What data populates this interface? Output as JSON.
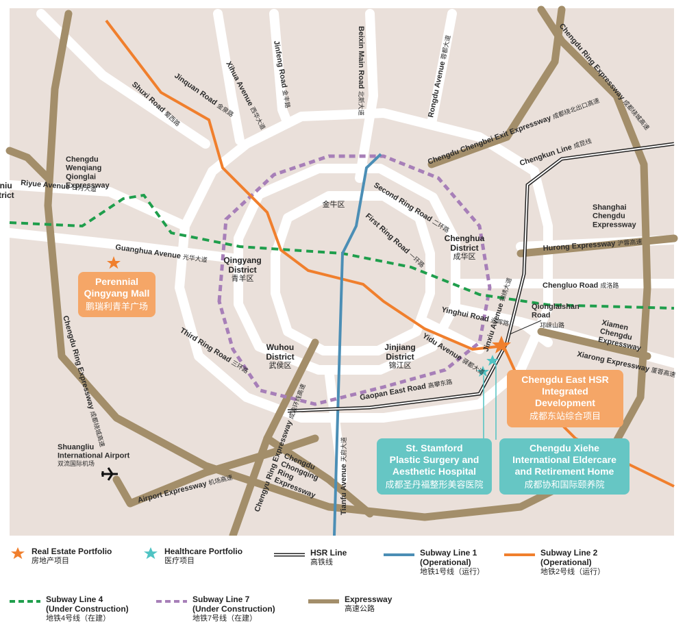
{
  "colors": {
    "background": "#EAE0DA",
    "road": "#FFFFFF",
    "expressway": "#A38E6A",
    "subway1": "#4B8EB5",
    "subway2": "#F07F2D",
    "subway4": "#1F9E4C",
    "subway7": "#A77FB8",
    "hsr": "#222222",
    "realEstate": "#F07F2D",
    "healthcare": "#4FC3C3",
    "cardOrange": "#F5A667",
    "cardTeal": "#66C6C4"
  },
  "districts": [
    {
      "id": "jinniu",
      "en": "Jinniu\nDistrict",
      "cn": "金牛区"
    },
    {
      "id": "chenghua",
      "en": "Chenghua\nDistrict",
      "cn": "成华区"
    },
    {
      "id": "qingyang",
      "en": "Qingyang\nDistrict",
      "cn": "青羊区"
    },
    {
      "id": "wuhou",
      "en": "Wuhou\nDistrict",
      "cn": "武侯区"
    },
    {
      "id": "jinjiang",
      "en": "Jinjiang\nDistrict",
      "cn": "锦江区"
    }
  ],
  "roads": {
    "beixin": {
      "en": "Beixin Main Road",
      "cn": "北新大道"
    },
    "rongdu": {
      "en": "Rongdu Avenue",
      "cn": "蓉都大道"
    },
    "jinfeng": {
      "en": "Jinfeng Road",
      "cn": "金丰路"
    },
    "xihua": {
      "en": "Xihua Avenue",
      "cn": "西华大道"
    },
    "jinquan": {
      "en": "Jinquan Road",
      "cn": "金泉路"
    },
    "shuxi": {
      "en": "Shuxi Road",
      "cn": "蜀西路"
    },
    "chengbei": {
      "en": "Chengdu Chengbei Exit Expressway",
      "cn": "成都绕北出口高速"
    },
    "ring_top": {
      "en": "Chengdu Ring Expressway",
      "cn": "成都绕城高速"
    },
    "ring_left": {
      "en": "Chengdu Ring Expressway",
      "cn": "成都绕城高速"
    },
    "chengkun": {
      "en": "Chengkun Line",
      "cn": "成昆线"
    },
    "second_ring": {
      "en": "Second Ring Road",
      "cn": "二环路"
    },
    "first_ring": {
      "en": "First Ring Road",
      "cn": "一环路"
    },
    "riyue": {
      "en": "Riyue Avenue",
      "cn": "日月大道"
    },
    "guanghua": {
      "en": "Guanghua Avenue",
      "cn": "光华大道"
    },
    "wenqiang": {
      "en": "Chengdu\nWenqiang\nQionglai\nExpressway",
      "cn": ""
    },
    "shanghai": {
      "en": "Shanghai\nChengdu\nExpressway",
      "cn": ""
    },
    "hurong": {
      "en": "Hurong Expressway",
      "cn": "沪蓉高速"
    },
    "chengluo": {
      "en": "Chengluo Road",
      "cn": "成洛路"
    },
    "yinghui": {
      "en": "Yinghui Road",
      "cn": "迎晖路"
    },
    "qionglaishan": {
      "en": "Qionglaishan\nRoad",
      "cn": "邛崃山路"
    },
    "xiamen": {
      "en": "Xiamen\nChengdu\nExpressway",
      "cn": ""
    },
    "xiarong": {
      "en": "Xiarong Expressway",
      "cn": "厦蓉高速"
    },
    "yidu": {
      "en": "Yidu Avenue",
      "cn": "驿都大道"
    },
    "jinxiu": {
      "en": "Jinxiu Avenue",
      "cn": "锦绣大道"
    },
    "third_ring": {
      "en": "Third Ring Road",
      "cn": "三环路"
    },
    "gaopan": {
      "en": "Gaopan East Road",
      "cn": "高攀东路"
    },
    "tianfu": {
      "en": "Tianfu Avenue",
      "cn": "天府大道"
    },
    "chengyu": {
      "en": "Chengyu Ring Expressway",
      "cn": "成渝环线高速"
    },
    "chongqing": {
      "en": "Chengdu\nChongqing\nRing\nExpressway",
      "cn": ""
    },
    "airport_exp": {
      "en": "Airport Expressway",
      "cn": "机场高速"
    },
    "airport": {
      "en": "Shuangliu\nInternational Airport",
      "cn": "双流国际机场"
    }
  },
  "cards": {
    "perennial": {
      "en": "Perennial\nQingyang Mall",
      "cn": "鹏瑞利青羊广场"
    },
    "hsr": {
      "en": "Chengdu East HSR\nIntegrated\nDevelopment",
      "cn": "成都东站综合项目"
    },
    "stamford": {
      "en": "St. Stamford\nPlastic Surgery and\nAesthetic Hospital",
      "cn": "成都圣丹福整形美容医院"
    },
    "xiehe": {
      "en": "Chengdu Xiehe\nInternational Eldercare\nand Retirement Home",
      "cn": "成都协和国际颐养院"
    }
  },
  "legend": {
    "real_estate": {
      "en": "Real Estate Portfolio",
      "cn": "房地产项目"
    },
    "healthcare": {
      "en": "Healthcare Portfolio",
      "cn": "医疗项目"
    },
    "hsr_line": {
      "en": "HSR Line",
      "cn": "高铁线"
    },
    "subway1": {
      "en": "Subway Line 1\n(Operational)",
      "cn": "地铁1号线（运行）"
    },
    "subway2": {
      "en": "Subway Line 2\n(Operational)",
      "cn": "地铁2号线（运行）"
    },
    "subway4": {
      "en": "Subway Line 4\n(Under Construction)",
      "cn": "地铁4号线（在建）"
    },
    "subway7": {
      "en": "Subway Line 7\n(Under Construction)",
      "cn": "地铁7号线（在建）"
    },
    "expressway": {
      "en": "Expressway",
      "cn": "高速公路"
    }
  }
}
